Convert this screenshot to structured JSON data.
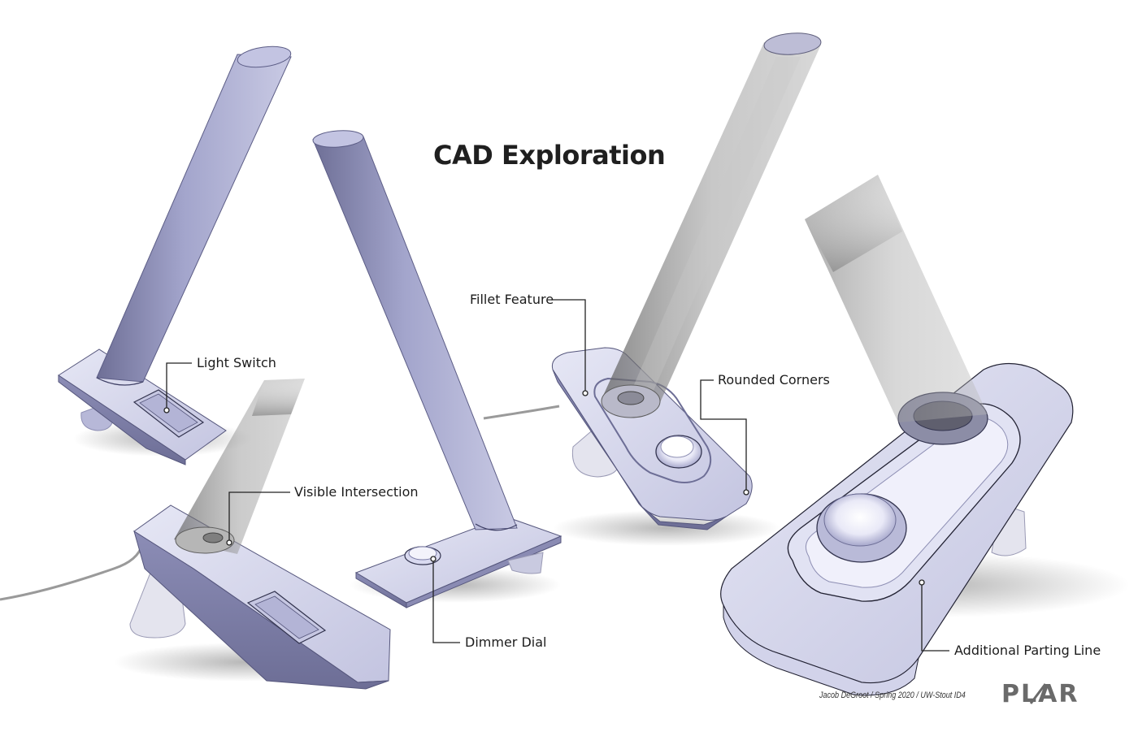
{
  "title": "CAD Exploration",
  "callouts": {
    "light_switch": "Light Switch",
    "visible_intersection": "Visible Intersection",
    "dimmer_dial": "Dimmer Dial",
    "fillet_feature": "Fillet Feature",
    "rounded_corners": "Rounded Corners",
    "additional_parting_line": "Additional Parting Line"
  },
  "credit": "Jacob DeGroot / Spring 2020 / UW-Stout ID4",
  "logo": "PLAR",
  "colors": {
    "background": "#ffffff",
    "lamp_body": "#9ea0c6",
    "lamp_shadow": "#6e6f96",
    "lamp_highlight": "#d8d9ee",
    "translucent_tube": "#7d7d7d",
    "leader_line": "#222222",
    "title_text": "#1f1f1f"
  }
}
